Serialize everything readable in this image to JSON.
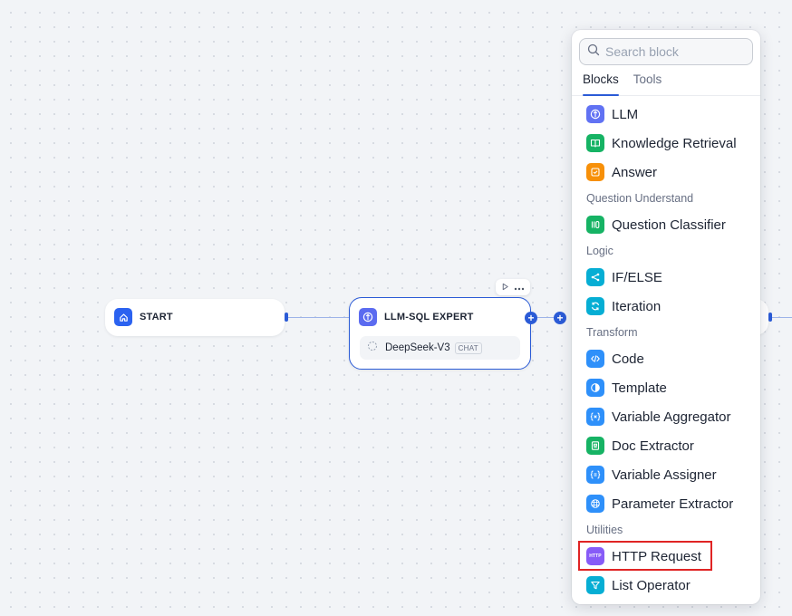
{
  "canvas": {
    "start_node": {
      "title": "START",
      "icon": "home-icon",
      "color": "#2b62f0"
    },
    "llm_node": {
      "title": "LLM-SQL EXPERT",
      "icon": "llm-icon",
      "color": "#5b6bf0",
      "model": {
        "name": "DeepSeek-V3",
        "badge": "CHAT",
        "icon": "deepseek-model-icon"
      }
    },
    "accent": "#2b5bd6"
  },
  "block_panel": {
    "search": {
      "placeholder": "Search block",
      "value": ""
    },
    "tabs": [
      {
        "label": "Blocks",
        "active": true
      },
      {
        "label": "Tools",
        "active": false
      }
    ],
    "groups": [
      {
        "title": "",
        "items": [
          {
            "label": "LLM",
            "icon": "llm-icon",
            "color": "#6172f3"
          },
          {
            "label": "Knowledge Retrieval",
            "icon": "book-icon",
            "color": "#16b364"
          },
          {
            "label": "Answer",
            "icon": "answer-icon",
            "color": "#f79009"
          }
        ]
      },
      {
        "title": "Question Understand",
        "items": [
          {
            "label": "Question Classifier",
            "icon": "classifier-icon",
            "color": "#16b364"
          }
        ]
      },
      {
        "title": "Logic",
        "items": [
          {
            "label": "IF/ELSE",
            "icon": "branch-icon",
            "color": "#06aed4"
          },
          {
            "label": "Iteration",
            "icon": "loop-icon",
            "color": "#06aed4"
          }
        ]
      },
      {
        "title": "Transform",
        "items": [
          {
            "label": "Code",
            "icon": "code-icon",
            "color": "#2e90fa"
          },
          {
            "label": "Template",
            "icon": "template-icon",
            "color": "#2e90fa"
          },
          {
            "label": "Variable Aggregator",
            "icon": "variable-icon",
            "color": "#2e90fa"
          },
          {
            "label": "Doc Extractor",
            "icon": "doc-icon",
            "color": "#16b364"
          },
          {
            "label": "Variable Assigner",
            "icon": "assigner-icon",
            "color": "#2e90fa"
          },
          {
            "label": "Parameter Extractor",
            "icon": "parameter-icon",
            "color": "#2e90fa"
          }
        ]
      },
      {
        "title": "Utilities",
        "items": [
          {
            "label": "HTTP Request",
            "icon": "http-icon",
            "color": "#875bf7",
            "icon_text": "HTTP",
            "highlighted": true
          },
          {
            "label": "List Operator",
            "icon": "filter-icon",
            "color": "#06aed4"
          }
        ]
      }
    ]
  }
}
